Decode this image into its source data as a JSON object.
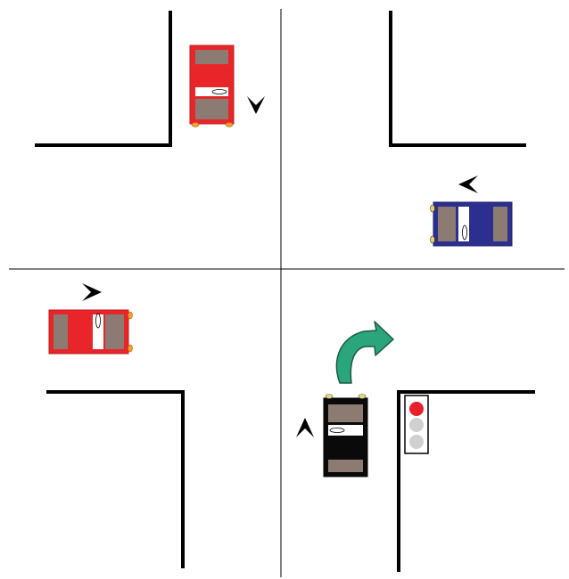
{
  "scene": {
    "title": "",
    "background": "#ffffff",
    "lane_divider_color": "#000000",
    "curb_color": "#000000"
  },
  "vehicles": [
    {
      "id": "red-car-top",
      "body_color": "#e8262a",
      "window_color": "#8c7b72",
      "heading": "south",
      "light_color": "#f0a030"
    },
    {
      "id": "blue-car-right",
      "body_color": "#2d2f8f",
      "window_color": "#8c7b72",
      "heading": "west",
      "light_color": "#f0d060"
    },
    {
      "id": "red-car-left",
      "body_color": "#e8262a",
      "window_color": "#8c7b72",
      "heading": "east",
      "light_color": "#f0a030"
    },
    {
      "id": "black-car-bottom",
      "body_color": "#0a0a0a",
      "window_color": "#8c7b72",
      "heading": "north",
      "light_color": "#e6d77a"
    }
  ],
  "turn_arrow": {
    "color": "#2aa57c",
    "stroke": "#1c5a46",
    "direction": "right-turn"
  },
  "traffic_light": {
    "active": "red",
    "colors": {
      "red": "#e8202a",
      "off": "#d0d0d0",
      "housing": "#ffffff",
      "border": "#000000"
    }
  }
}
